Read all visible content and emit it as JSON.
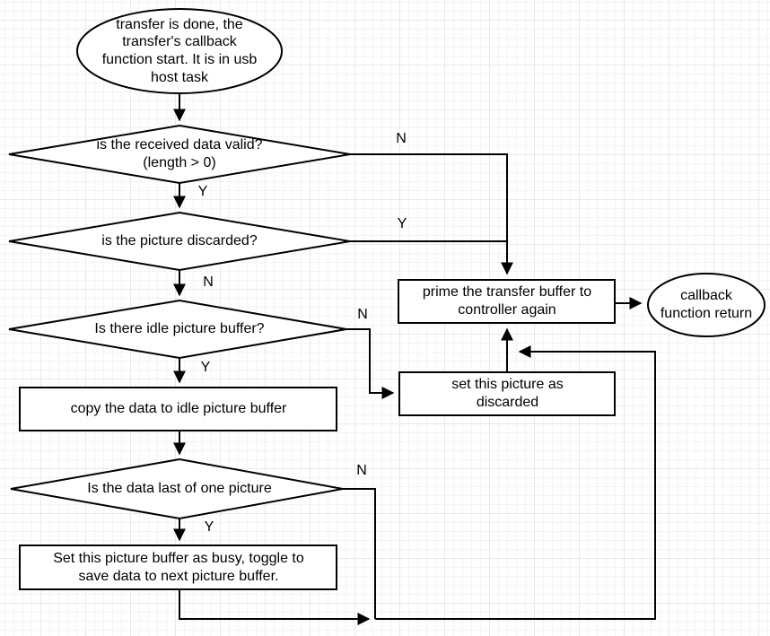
{
  "diagram": {
    "nodes": {
      "start": {
        "text": "transfer is done, the\ntransfer's callback\nfunction start. It is in usb\nhost task"
      },
      "check_valid": {
        "text": "is the received data valid?\n(length > 0)"
      },
      "check_discarded": {
        "text": "is the picture discarded?"
      },
      "check_idle_buffer": {
        "text": "Is there idle picture buffer?"
      },
      "copy_data": {
        "text": "copy the data to idle picture buffer"
      },
      "check_last_data": {
        "text": "Is the data last of one picture"
      },
      "set_busy": {
        "text": "Set this picture buffer as busy, toggle to\nsave data to next picture buffer."
      },
      "prime_transfer": {
        "text": "prime the transfer buffer to\ncontroller again"
      },
      "set_discarded": {
        "text": "set this picture as\ndiscarded"
      },
      "end": {
        "text": "callback\nfunction return"
      }
    },
    "edge_labels": {
      "valid_no": "N",
      "valid_yes": "Y",
      "discarded_yes": "Y",
      "discarded_no": "N",
      "idle_no": "N",
      "idle_yes": "Y",
      "last_no": "N",
      "last_yes": "Y"
    },
    "colors": {
      "stroke": "#000000",
      "shape_fill": "#ffffff",
      "grid_major": "#e9e9e9",
      "grid_minor": "#f7f3f3",
      "background": "#ffffff"
    }
  }
}
